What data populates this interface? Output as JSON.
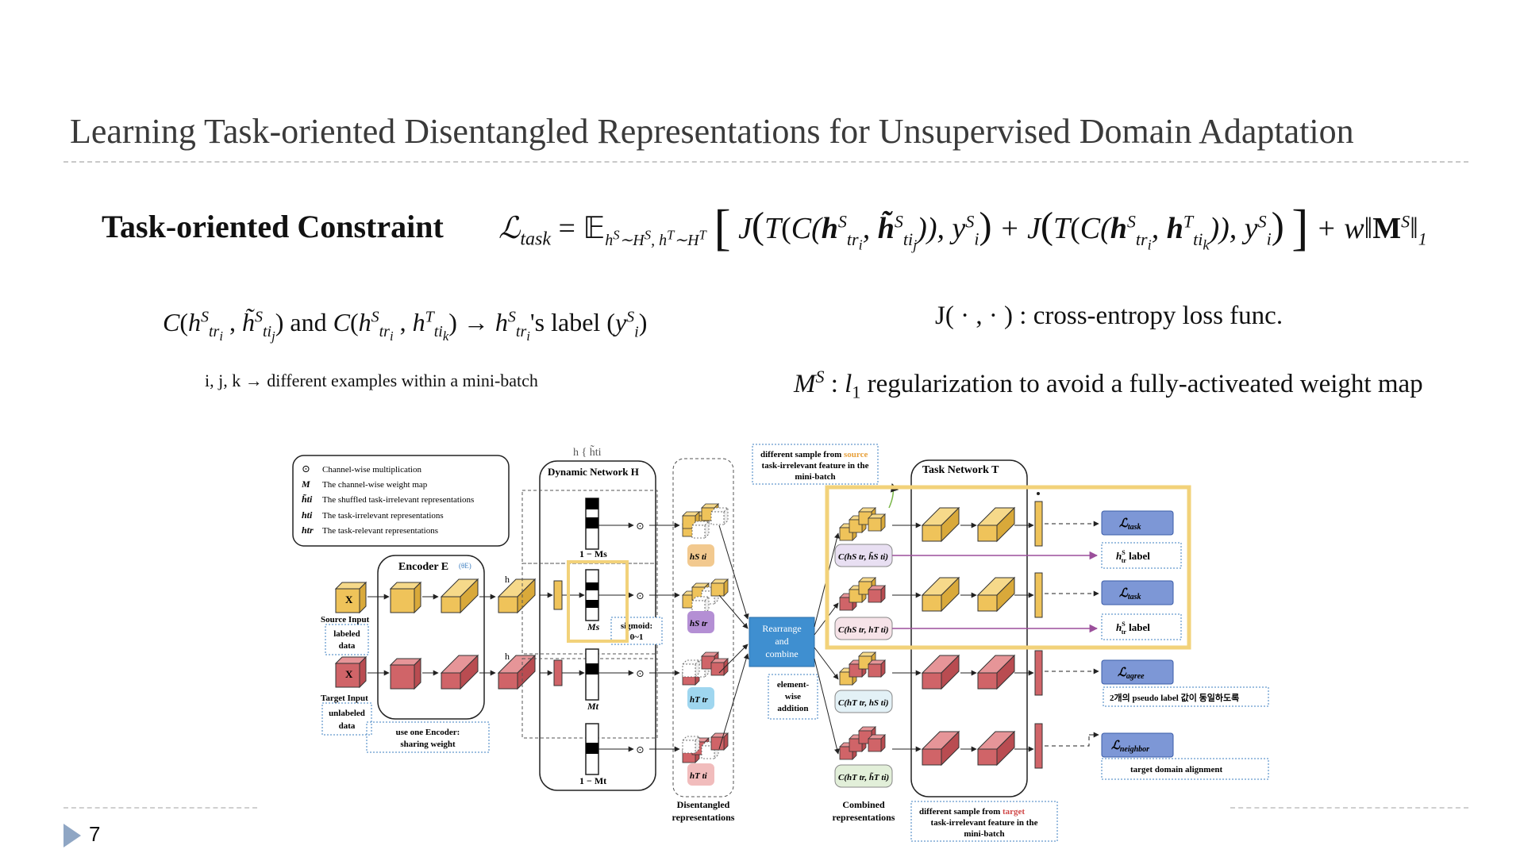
{
  "slide": {
    "title": "Learning Task-oriented Disentangled Representations for Unsupervised Domain Adaptation",
    "heading": "Task-oriented Constraint",
    "equation": "ℒtask = 𝔼 hS∼HS, hT∼HT [ J( T( C(hS tri , h̃S tij ) ), yS i ) + J( T( C(hS tri , hT tik ) ), yS i ) ] + w‖MS‖1",
    "note_label": "C(hS tri , h̃S tij) and C(hS tri , hT tik) → hS tri's label (yS i)",
    "note_minibatch": "i, j, k → different examples within a mini-batch",
    "note_loss": "J( · , · ) : cross-entropy loss func.",
    "note_reg": "MS : l1 regularization to avoid a fully-activeated weight map",
    "page_number": "7"
  },
  "diagram": {
    "legend": [
      {
        "sym": "⊙",
        "text": "Channel-wise multiplication"
      },
      {
        "sym": "M",
        "text": "The channel-wise weight map"
      },
      {
        "sym": "h̃ti",
        "text": "The shuffled task-irrelevant representations"
      },
      {
        "sym": "hti",
        "text": "The task-irrelevant representations"
      },
      {
        "sym": "htr",
        "text": "The task-relevant representations"
      }
    ],
    "encoder_title": "Encoder E",
    "encoder_theta": "(θE)",
    "source_input": "Source Input",
    "source_tag": "labeled data",
    "target_input": "Target Input",
    "target_tag": "unlabeled data",
    "encoder_note": "use one Encoder: sharing weight",
    "dynamic_title": "Dynamic Network H",
    "dyn_top_scrawl": "h { h̃ti",
    "mask_labels": [
      "1 − Ms",
      "Ms",
      "Mt",
      "1 − Mt"
    ],
    "sigmoid_note": "sigmoid: 0~1",
    "disentangled_labels": [
      "hS ti",
      "hS tr",
      "hT tr",
      "hT ti"
    ],
    "disentangled_caption": "Disentangled representations",
    "rearrange": "Rearrange and combine",
    "elementwise": "element-wise addition",
    "note_source_sample": "different sample from source task-irrelevant feature in the mini-batch",
    "note_source_word": "source",
    "note_target_sample": "different sample from target task-irrelevant feature in the mini-batch",
    "note_target_word": "target",
    "combined_labels": [
      "C(hS tr, h̃S ti)",
      "C(hS tr, hT ti)",
      "C(hT tr, hS ti)",
      "C(hT tr, h̃T ti)"
    ],
    "combined_caption": "Combined representations",
    "task_network_title": "Task Network T",
    "losses": [
      "ℒtask",
      "ℒtask",
      "ℒagree",
      "ℒneighbor"
    ],
    "label_boxes": [
      "hS tr label",
      "hS tr label"
    ],
    "agree_note": "2개의 pseudo label 값이 동일하도록",
    "neighbor_note": "target domain alignment"
  },
  "colors": {
    "source_cube": "#efc35a",
    "target_cube": "#d06468",
    "loss_box": "#7d97d6",
    "rearrange_box": "#3f8fd0",
    "highlight": "#f2d27a",
    "purple_arrow": "#9b4f9b",
    "title_text": "#3a3a3a"
  }
}
